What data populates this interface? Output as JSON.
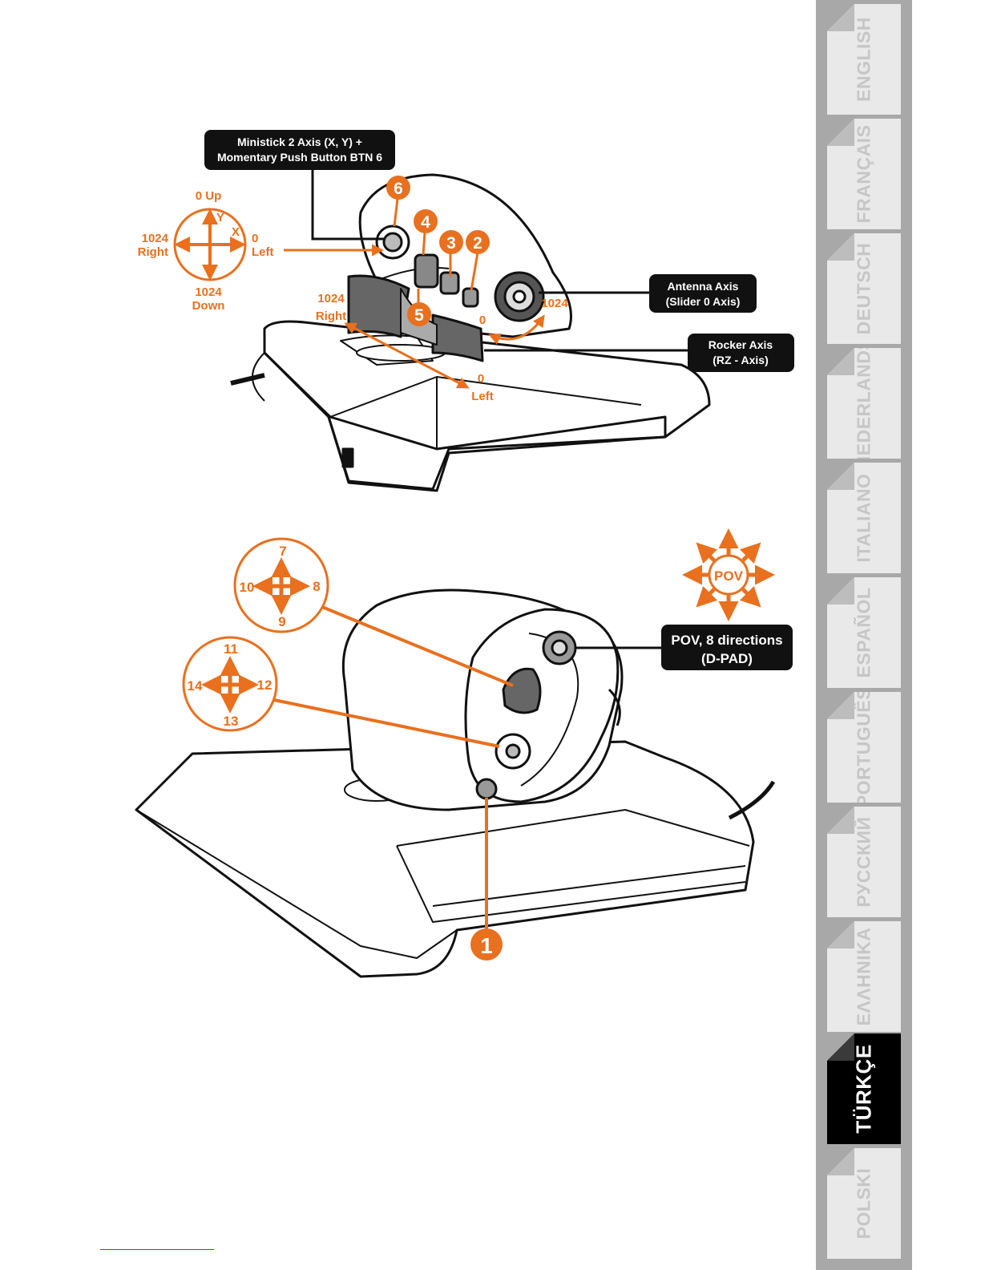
{
  "languages": [
    {
      "label": "ENGLISH",
      "active": false
    },
    {
      "label": "FRANÇAIS",
      "active": false
    },
    {
      "label": "DEUTSCH",
      "active": false
    },
    {
      "label": "NEDERLANDS",
      "active": false
    },
    {
      "label": "ITALIANO",
      "active": false
    },
    {
      "label": "ESPAÑOL",
      "active": false
    },
    {
      "label": "PORTUGUÊS",
      "active": false
    },
    {
      "label": "РУССКИЙ",
      "active": false
    },
    {
      "label": "ΕΛΛΗΝΙΚΑ",
      "active": false
    },
    {
      "label": "TÜRKÇE",
      "active": true
    },
    {
      "label": "POLSKI",
      "active": false
    }
  ],
  "colors": {
    "accent": "#e8701e",
    "label_bg": "#111111"
  },
  "top_diagram": {
    "ministick_label": {
      "line1": "Ministick 2 Axis (X, Y) +",
      "line2": "Momentary Push Button BTN 6"
    },
    "antenna_label": {
      "line1": "Antenna Axis",
      "line2": "(Slider 0 Axis)"
    },
    "rocker_label": {
      "line1": "Rocker Axis",
      "line2": "(RZ - Axis)"
    },
    "compass": {
      "up": "0 Up",
      "y": "Y",
      "x": "X",
      "right_num": "1024",
      "right_word": "Right",
      "left_num": "0",
      "left_word": "Left",
      "down_num": "1024",
      "down_word": "Down"
    },
    "rocker_range": {
      "right_num": "1024",
      "right_word": "Right",
      "left_num": "0",
      "left_word": "Left"
    },
    "antenna_range": {
      "min": "0",
      "max": "1024"
    },
    "badges": [
      "2",
      "3",
      "4",
      "5",
      "6"
    ]
  },
  "bottom_diagram": {
    "pov_label": {
      "line1": "POV, 8 directions",
      "line2": "(D-PAD)"
    },
    "pov_icon": "POV",
    "hat_a": {
      "up": "7",
      "right": "8",
      "down": "9",
      "left": "10"
    },
    "hat_b": {
      "up": "11",
      "right": "12",
      "down": "13",
      "left": "14"
    },
    "badge": "1"
  }
}
